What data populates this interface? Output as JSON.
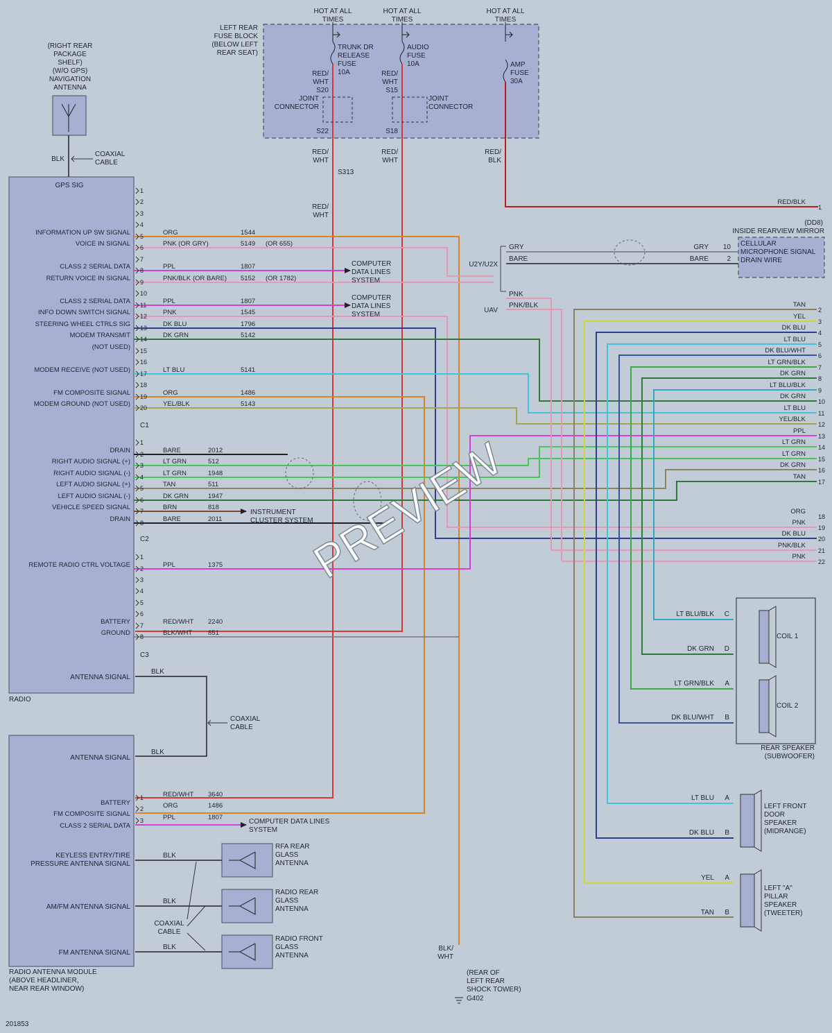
{
  "colors": {
    "ORG": "#d9842c",
    "PNK": "#e29bb0",
    "PPL": "#d63fd6",
    "DK_BLU": "#2c3f8f",
    "DK_GRN": "#2f7a3a",
    "LT_BLU": "#41c4d8",
    "YEL_BLK": "#a6a450",
    "LT_GRN": "#46c75a",
    "TAN": "#8e8060",
    "BRN": "#7b4a2a",
    "BARE": "#222222",
    "RED_WHT": "#d23a3a",
    "RED_BLK": "#b81c1c",
    "BLK": "#222222",
    "BLK_WHT": "#777777",
    "GRY": "#888888",
    "YEL": "#d4d43a",
    "LT_GRN_BLK": "#38a848",
    "LT_BLU_BLK": "#30a8c0",
    "DK_BLU_WHT": "#3a4fa0"
  },
  "hot_labels": [
    "HOT AT ALL\nTIMES",
    "HOT AT ALL\nTIMES",
    "HOT AT ALL\nTIMES"
  ],
  "fuse_block": {
    "label": "LEFT REAR\nFUSE BLOCK\n(BELOW LEFT\nREAR SEAT)",
    "fuse1": "TRUNK DR\nRELEASE\nFUSE\n10A",
    "fuse2": "AUDIO\nFUSE\n10A",
    "fuse3": "AMP\nFUSE\n30A",
    "w1": "RED/\nWHT",
    "s20": "S20",
    "joint1": "JOINT\nCONNECTOR",
    "s22": "S22",
    "w2": "RED/\nWHT",
    "s15": "S15",
    "joint2": "JOINT\nCONNECTOR",
    "s18": "S18"
  },
  "below_fuse": {
    "w_a": "RED/\nWHT",
    "w_b": "RED/\nWHT",
    "w_c": "RED/\nBLK",
    "s313": "S313",
    "w_d": "RED/\nWHT"
  },
  "nav_antenna": {
    "label": "(RIGHT REAR\nPACKAGE\nSHELF)\n(W/O GPS)\nNAVIGATION\nANTENNA",
    "blk": "BLK",
    "coax": "COAXIAL\nCABLE"
  },
  "radio": {
    "name": "RADIO",
    "gps": "GPS SIG",
    "c1": "C1",
    "c2": "C2",
    "c3": "C3",
    "antenna_signal": "ANTENNA SIGNAL",
    "antenna_wire": "BLK",
    "c1_rows": [
      {
        "pin": "1",
        "label": "",
        "wire": "",
        "circuit": "",
        "note": ""
      },
      {
        "pin": "2",
        "label": "",
        "wire": "",
        "circuit": "",
        "note": ""
      },
      {
        "pin": "3",
        "label": "",
        "wire": "",
        "circuit": "",
        "note": ""
      },
      {
        "pin": "4",
        "label": "",
        "wire": "",
        "circuit": "",
        "note": ""
      },
      {
        "pin": "5",
        "label": "INFORMATION UP SW SIGNAL",
        "wire": "ORG",
        "circuit": "1544",
        "note": ""
      },
      {
        "pin": "6",
        "label": "VOICE IN SIGNAL",
        "wire": "PNK  (OR GRY)",
        "circuit": "5149",
        "note": "(OR 655)"
      },
      {
        "pin": "7",
        "label": "",
        "wire": "",
        "circuit": "",
        "note": ""
      },
      {
        "pin": "8",
        "label": "CLASS 2 SERIAL DATA",
        "wire": "PPL",
        "circuit": "1807",
        "note": ""
      },
      {
        "pin": "9",
        "label": "RETURN VOICE IN SIGNAL",
        "wire": "PNK/BLK",
        "circuit": "5152",
        "note": "(OR 1782)",
        "note2": "(OR BARE)"
      },
      {
        "pin": "10",
        "label": "",
        "wire": "",
        "circuit": "",
        "note": ""
      },
      {
        "pin": "11",
        "label": "CLASS 2 SERIAL DATA",
        "wire": "PPL",
        "circuit": "1807",
        "note": ""
      },
      {
        "pin": "12",
        "label": "INFO DOWN SWITCH SIGNAL",
        "wire": "PNK",
        "circuit": "1545",
        "note": ""
      },
      {
        "pin": "13",
        "label": "STEERING WHEEL CTRLS SIG",
        "wire": "DK BLU",
        "circuit": "1796",
        "note": ""
      },
      {
        "pin": "14",
        "label": "MODEM TRANSMIT",
        "wire": "DK GRN",
        "circuit": "5142",
        "note": ""
      },
      {
        "pin": "15",
        "label": "(NOT USED)",
        "wire": "",
        "circuit": "",
        "note": ""
      },
      {
        "pin": "16",
        "label": "",
        "wire": "",
        "circuit": "",
        "note": ""
      },
      {
        "pin": "17",
        "label": "MODEM RECEIVE (NOT USED)",
        "wire": "LT BLU",
        "circuit": "5141",
        "note": ""
      },
      {
        "pin": "18",
        "label": "",
        "wire": "",
        "circuit": "",
        "note": ""
      },
      {
        "pin": "19",
        "label": "FM COMPOSITE SIGNAL",
        "wire": "ORG",
        "circuit": "1486",
        "note": ""
      },
      {
        "pin": "20",
        "label": "MODEM GROUND (NOT USED)",
        "wire": "YEL/BLK",
        "circuit": "5143",
        "note": ""
      }
    ],
    "c2_rows": [
      {
        "pin": "1",
        "label": "",
        "wire": "",
        "circuit": ""
      },
      {
        "pin": "2",
        "label": "DRAIN",
        "wire": "BARE",
        "circuit": "2012"
      },
      {
        "pin": "3",
        "label": "RIGHT AUDIO SIGNAL (+)",
        "wire": "LT GRN",
        "circuit": "512"
      },
      {
        "pin": "4",
        "label": "RIGHT AUDIO SIGNAL (-)",
        "wire": "LT GRN",
        "circuit": "1948"
      },
      {
        "pin": "5",
        "label": "LEFT AUDIO SIGNAL (+)",
        "wire": "TAN",
        "circuit": "511"
      },
      {
        "pin": "6",
        "label": "LEFT AUDIO SIGNAL (-)",
        "wire": "DK GRN",
        "circuit": "1947"
      },
      {
        "pin": "7",
        "label": "VEHICLE SPEED SIGNAL",
        "wire": "BRN",
        "circuit": "818"
      },
      {
        "pin": "8",
        "label": "DRAIN",
        "wire": "BARE",
        "circuit": "2011"
      }
    ],
    "c3_rows": [
      {
        "pin": "1",
        "label": "",
        "wire": "",
        "circuit": ""
      },
      {
        "pin": "2",
        "label": "REMOTE RADIO CTRL VOLTAGE",
        "wire": "PPL",
        "circuit": "1375"
      },
      {
        "pin": "3",
        "label": "",
        "wire": "",
        "circuit": ""
      },
      {
        "pin": "4",
        "label": "",
        "wire": "",
        "circuit": ""
      },
      {
        "pin": "5",
        "label": "",
        "wire": "",
        "circuit": ""
      },
      {
        "pin": "6",
        "label": "",
        "wire": "",
        "circuit": ""
      },
      {
        "pin": "7",
        "label": "BATTERY",
        "wire": "RED/WHT",
        "circuit": "2240"
      },
      {
        "pin": "8",
        "label": "GROUND",
        "wire": "BLK/WHT",
        "circuit": "851"
      }
    ]
  },
  "computer_data": "COMPUTER\nDATA LINES\nSYSTEM",
  "computer_data_line": "COMPUTER DATA LINES\nSYSTEM",
  "instrument_cluster": "INSTRUMENT\nCLUSTER SYSTEM",
  "mirror": {
    "label1": "(DD8)",
    "label2": "INSIDE REARVIEW MIRROR",
    "content": "CELLULAR\nMICROPHONE SIGNAL\nDRAIN WIRE",
    "gry": "GRY",
    "bare": "BARE",
    "pin10": "10",
    "pin2": "2",
    "gry_right": "GRY",
    "bare_right": "BARE",
    "u2y": "U2Y/U2X",
    "uav": "UAV",
    "pnk": "PNK",
    "pnkblk": "PNK/BLK"
  },
  "amp_rows": [
    {
      "pin": "1",
      "wire": "RED/BLK"
    },
    {
      "pin": "2",
      "wire": "TAN"
    },
    {
      "pin": "3",
      "wire": "YEL"
    },
    {
      "pin": "4",
      "wire": "DK BLU"
    },
    {
      "pin": "5",
      "wire": "LT BLU"
    },
    {
      "pin": "6",
      "wire": "DK BLU/WHT"
    },
    {
      "pin": "7",
      "wire": "LT GRN/BLK"
    },
    {
      "pin": "8",
      "wire": "DK GRN"
    },
    {
      "pin": "9",
      "wire": "LT BLU/BLK"
    },
    {
      "pin": "10",
      "wire": "DK GRN"
    },
    {
      "pin": "11",
      "wire": "LT BLU"
    },
    {
      "pin": "12",
      "wire": "YEL/BLK"
    },
    {
      "pin": "13",
      "wire": "PPL"
    },
    {
      "pin": "14",
      "wire": "LT GRN"
    },
    {
      "pin": "15",
      "wire": "LT GRN"
    },
    {
      "pin": "16",
      "wire": "DK GRN"
    },
    {
      "pin": "17",
      "wire": "TAN"
    },
    {
      "pin": "18",
      "wire": "ORG"
    },
    {
      "pin": "19",
      "wire": "PNK"
    },
    {
      "pin": "20",
      "wire": "DK BLU"
    },
    {
      "pin": "21",
      "wire": "PNK/BLK"
    },
    {
      "pin": "22",
      "wire": "PNK"
    }
  ],
  "rear_speaker": {
    "name": "REAR SPEAKER\n(SUBWOOFER)",
    "coil1": "COIL 1",
    "coil2": "COIL 2",
    "c_wire": "LT BLU/BLK",
    "c": "C",
    "d_wire": "DK GRN",
    "d": "D",
    "a_wire": "LT GRN/BLK",
    "a": "A",
    "b_wire": "DK BLU/WHT",
    "b": "B"
  },
  "lf_door": {
    "name": "LEFT FRONT\nDOOR\nSPEAKER\n(MIDRANGE)",
    "a_wire": "LT BLU",
    "a": "A",
    "b_wire": "DK BLU",
    "b": "B"
  },
  "la_pillar": {
    "name": "LEFT \"A\"\nPILLAR\nSPEAKER\n(TWEETER)",
    "a_wire": "YEL",
    "a": "A",
    "b_wire": "TAN",
    "b": "B"
  },
  "coax_mid": "COAXIAL\nCABLE",
  "antenna_module": {
    "name": "RADIO ANTENNA MODULE\n(ABOVE HEADLINER,\nNEAR REAR WINDOW)",
    "antenna_signal": "ANTENNA SIGNAL",
    "antenna_wire": "BLK",
    "rows": [
      {
        "pin": "1",
        "label": "BATTERY",
        "wire": "RED/WHT",
        "circuit": "3640"
      },
      {
        "pin": "2",
        "label": "FM COMPOSITE SIGNAL",
        "wire": "ORG",
        "circuit": "1486"
      },
      {
        "pin": "3",
        "label": "CLASS 2 SERIAL DATA",
        "wire": "PPL",
        "circuit": "1807"
      }
    ],
    "keyless": "KEYLESS ENTRY/TIRE\nPRESSURE ANTENNA SIGNAL",
    "amfm": "AM/FM ANTENNA SIGNAL",
    "fm": "FM ANTENNA SIGNAL",
    "blk1": "BLK",
    "blk2": "BLK",
    "blk3": "BLK",
    "coax": "COAXIAL\nCABLE"
  },
  "glass": {
    "rfa": "RFA REAR\nGLASS\nANTENNA",
    "rear": "RADIO REAR\nGLASS\nANTENNA",
    "front": "RADIO FRONT\nGLASS\nANTENNA"
  },
  "ground": {
    "wire": "BLK/\nWHT",
    "label": "(REAR OF\nLEFT REAR\nSHOCK TOWER)",
    "g": "G402"
  },
  "diagram_id": "201853",
  "watermark": "PREVIEW"
}
